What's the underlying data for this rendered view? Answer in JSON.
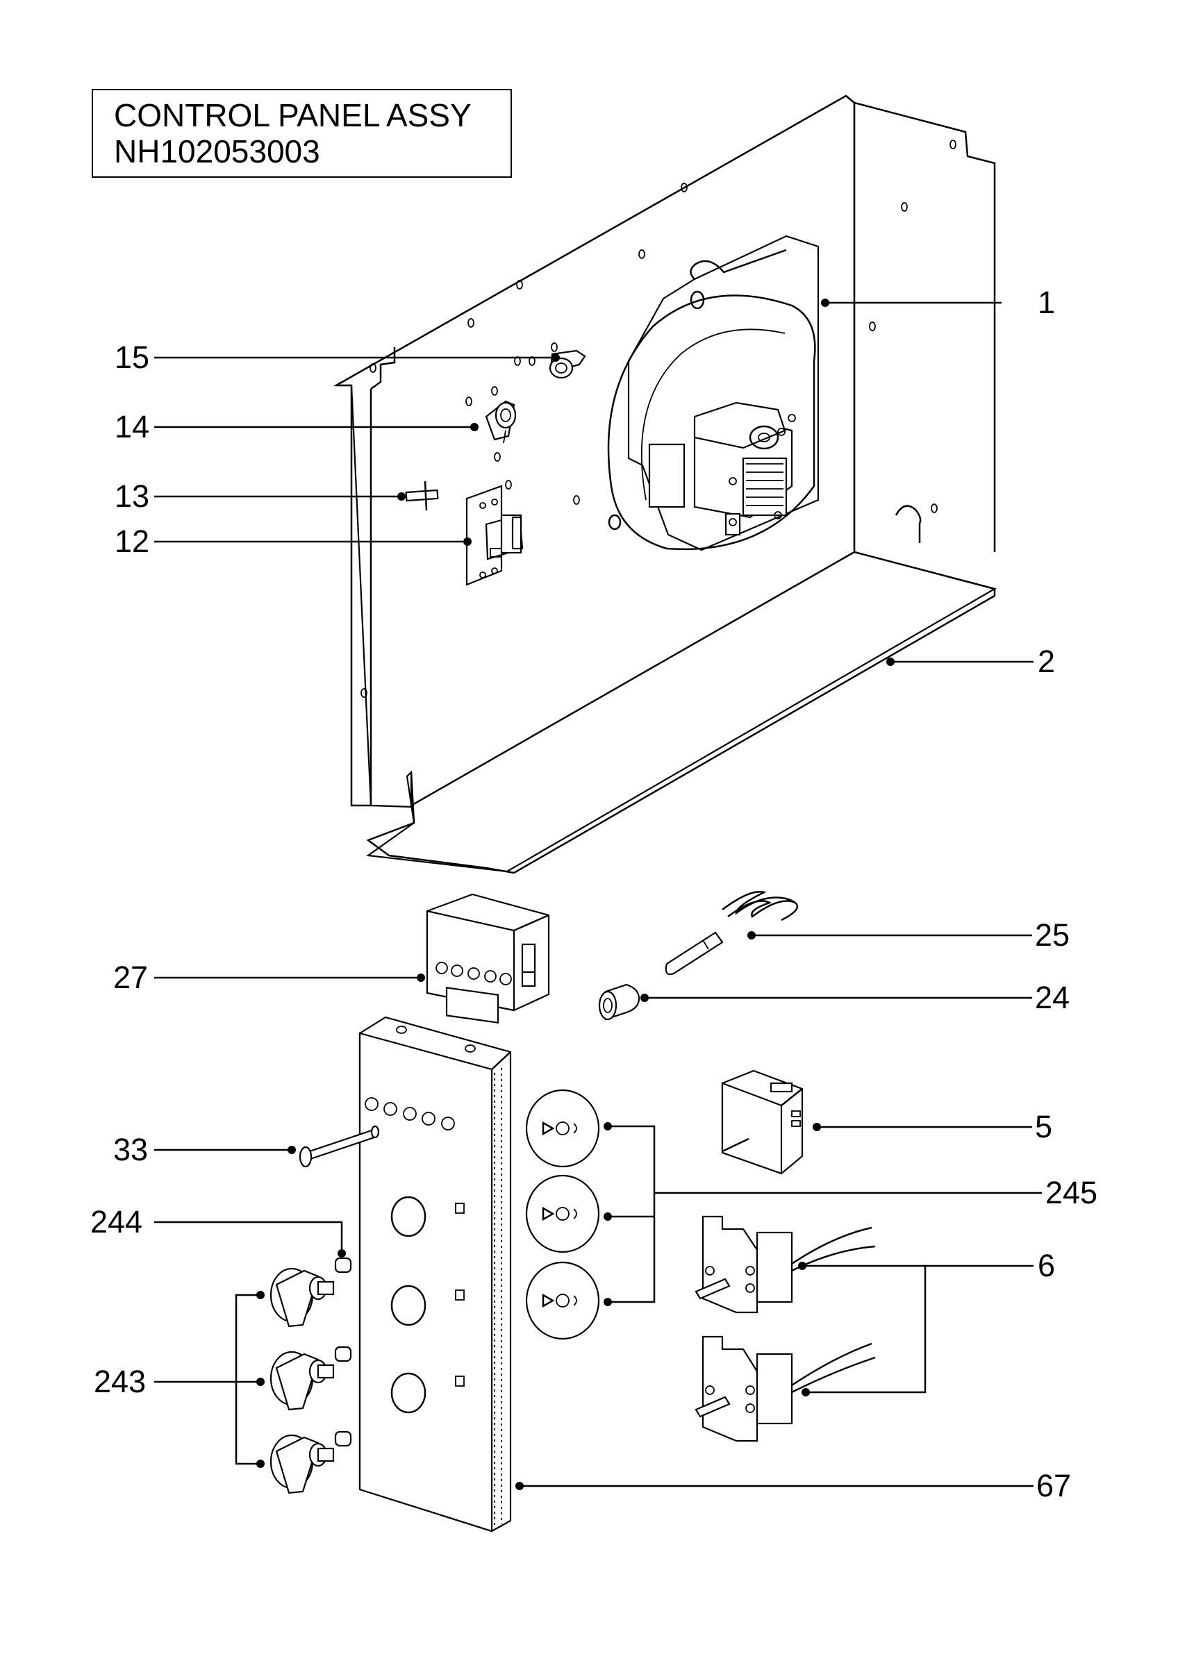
{
  "title": {
    "line1": "CONTROL PANEL ASSY",
    "line2": "NH102053003"
  },
  "callouts": [
    {
      "id": "1",
      "label": "1"
    },
    {
      "id": "2",
      "label": "2"
    },
    {
      "id": "5",
      "label": "5"
    },
    {
      "id": "6",
      "label": "6"
    },
    {
      "id": "12",
      "label": "12"
    },
    {
      "id": "13",
      "label": "13"
    },
    {
      "id": "14",
      "label": "14"
    },
    {
      "id": "15",
      "label": "15"
    },
    {
      "id": "24",
      "label": "24"
    },
    {
      "id": "25",
      "label": "25"
    },
    {
      "id": "27",
      "label": "27"
    },
    {
      "id": "33",
      "label": "33"
    },
    {
      "id": "67",
      "label": "67"
    },
    {
      "id": "243",
      "label": "243"
    },
    {
      "id": "244",
      "label": "244"
    },
    {
      "id": "245",
      "label": "245"
    }
  ]
}
